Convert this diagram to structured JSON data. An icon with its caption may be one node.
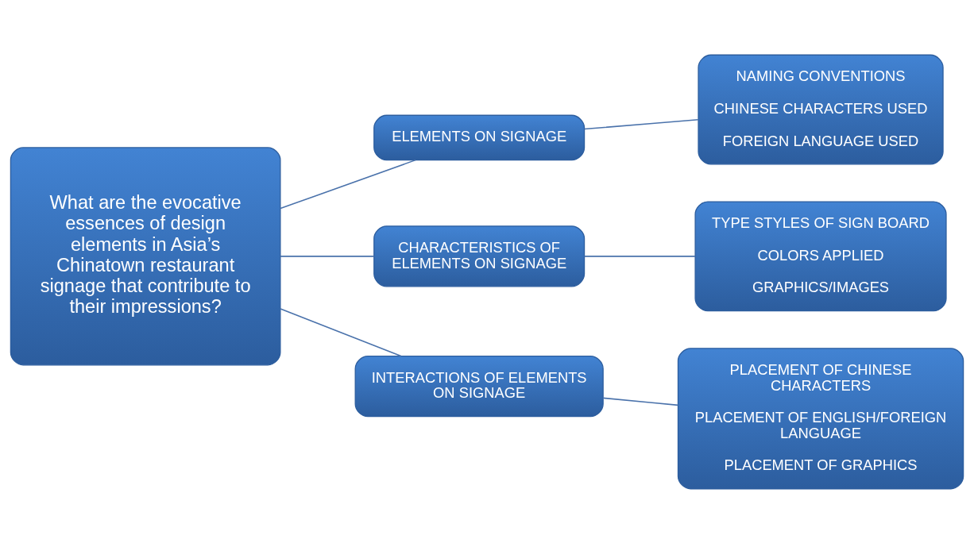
{
  "diagram": {
    "nodes": [
      {
        "text": [
          "What are the evocative essences of design elements in Asia’s Chinatown restaurant signage that contribute to their impressions?"
        ]
      },
      {
        "text": [
          "ELEMENTS ON SIGNAGE"
        ]
      },
      {
        "text": [
          "CHARACTERISTICS OF ELEMENTS ON SIGNAGE"
        ]
      },
      {
        "text": [
          "INTERACTIONS OF ELEMENTS ON SIGNAGE"
        ]
      },
      {
        "text": [
          "NAMING CONVENTIONS",
          "CHINESE CHARACTERS USED",
          "FOREIGN LANGUAGE USED"
        ]
      },
      {
        "text": [
          "TYPE STYLES OF SIGN BOARD",
          "COLORS APPLIED",
          "GRAPHICS/IMAGES"
        ]
      },
      {
        "text": [
          "PLACEMENT OF CHINESE CHARACTERS",
          "PLACEMENT OF ENGLISH/FOREIGN LANGUAGE",
          "PLACEMENT OF GRAPHICS"
        ]
      }
    ],
    "edges": [
      {
        "from": 0,
        "to": 1,
        "arrow": "none"
      },
      {
        "from": 0,
        "to": 2,
        "arrow": "none"
      },
      {
        "from": 0,
        "to": 3,
        "arrow": "none"
      },
      {
        "from": 1,
        "to": 4,
        "arrow": "none"
      },
      {
        "from": 2,
        "to": 5,
        "arrow": "none"
      },
      {
        "from": 3,
        "to": 6,
        "arrow": "none"
      }
    ]
  }
}
